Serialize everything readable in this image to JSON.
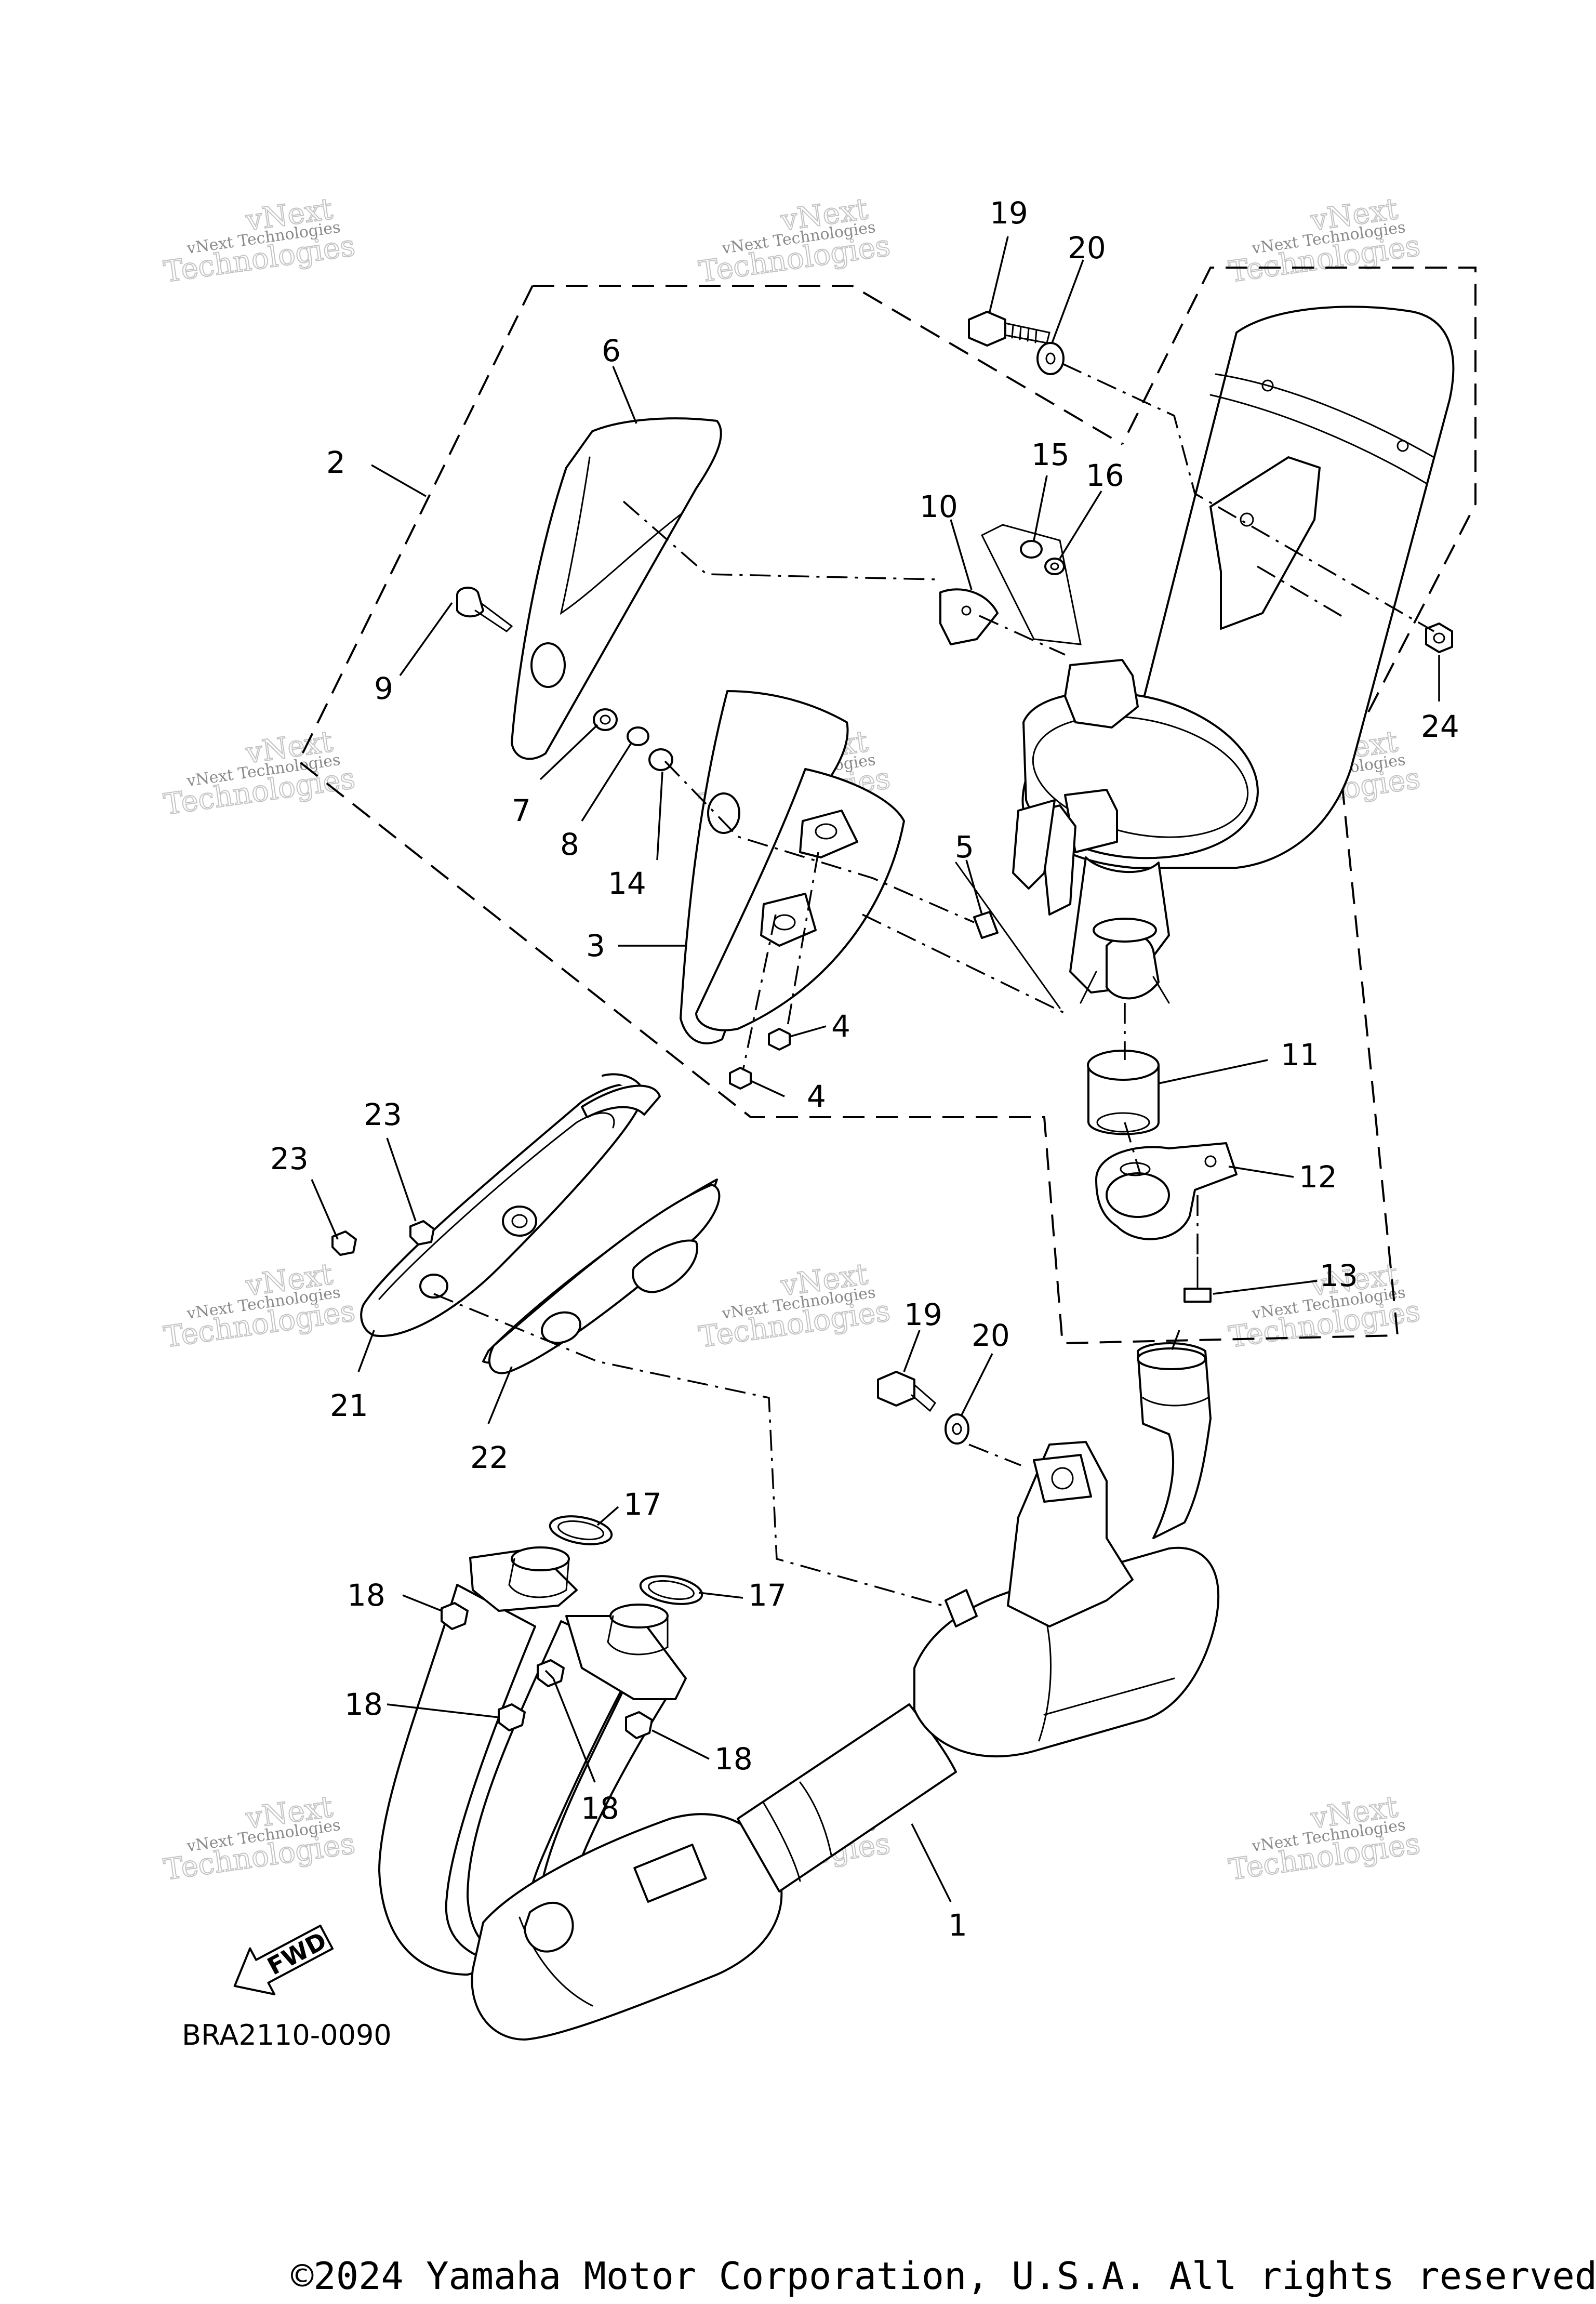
{
  "diagram": {
    "code": "BRA2110-0090",
    "fwd_label": "FWD",
    "copyright": "©2024 Yamaha Motor Corporation, U.S.A. All rights reserved.",
    "watermark": {
      "line1": "vNext",
      "line2": "Technologies",
      "line3": "vNext Technologies"
    },
    "callouts": [
      "19",
      "20",
      "6",
      "2",
      "15",
      "16",
      "10",
      "9",
      "24",
      "7",
      "8",
      "14",
      "5",
      "3",
      "4",
      "4",
      "11",
      "23",
      "23",
      "12",
      "13",
      "21",
      "22",
      "19",
      "20",
      "17",
      "18",
      "17",
      "18",
      "18",
      "18",
      "1"
    ]
  },
  "colors": {
    "ink": "#000000",
    "watermark": "#8a8a8a",
    "background": "#ffffff"
  }
}
